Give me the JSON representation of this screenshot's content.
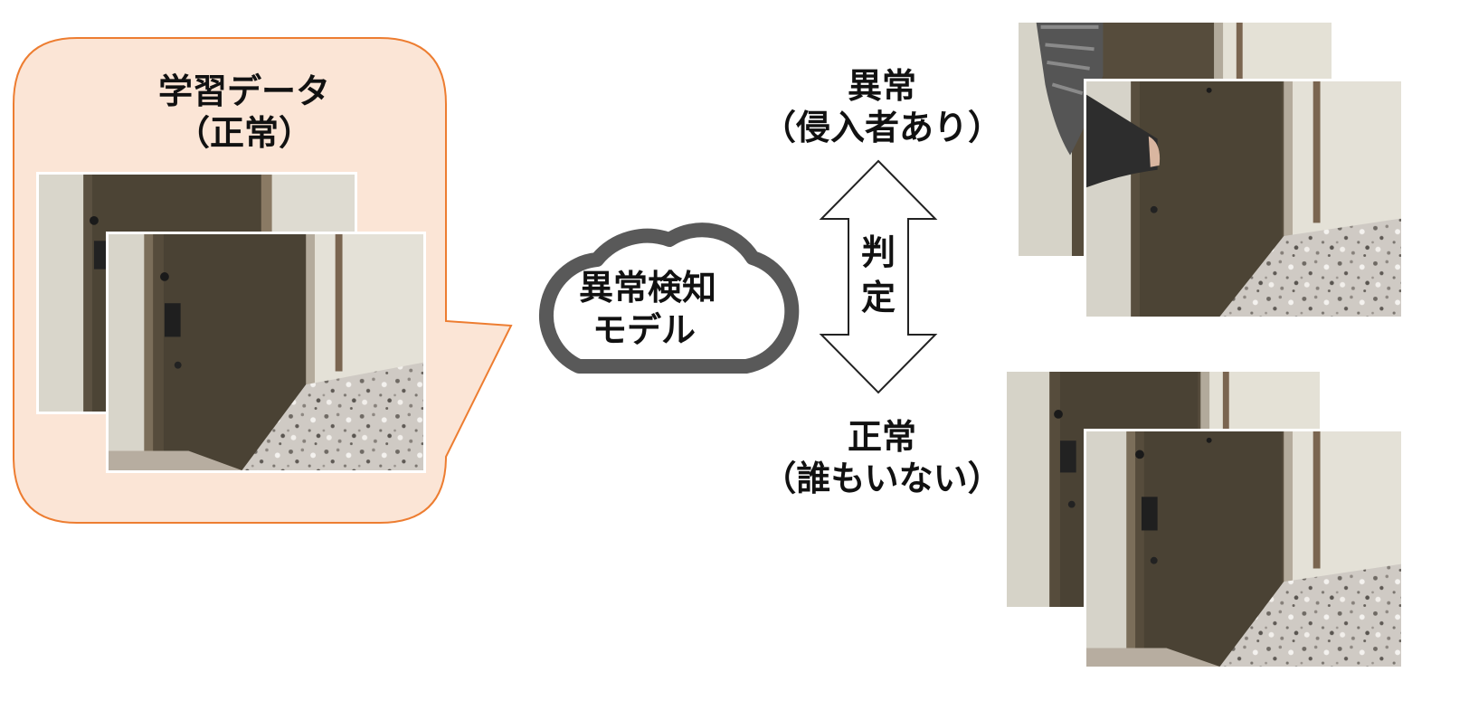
{
  "training": {
    "title": "学習データ",
    "subtitle": "（正常）",
    "bubble_fill": "#fbe5d6",
    "bubble_stroke": "#ed7d31"
  },
  "model": {
    "line1": "異常検知",
    "line2": "モデル"
  },
  "judge": {
    "label_line1": "判",
    "label_line2": "定"
  },
  "anomaly": {
    "title": "異常",
    "subtitle": "（侵入者あり）"
  },
  "normal": {
    "title": "正常",
    "subtitle": "（誰もいない）"
  },
  "photos": {
    "training_back": "door-photo",
    "training_front": "door-photo",
    "anomaly_back": "door-photo-with-intruder",
    "anomaly_front": "door-photo-with-intruder",
    "normal_back": "door-photo",
    "normal_front": "door-photo"
  }
}
